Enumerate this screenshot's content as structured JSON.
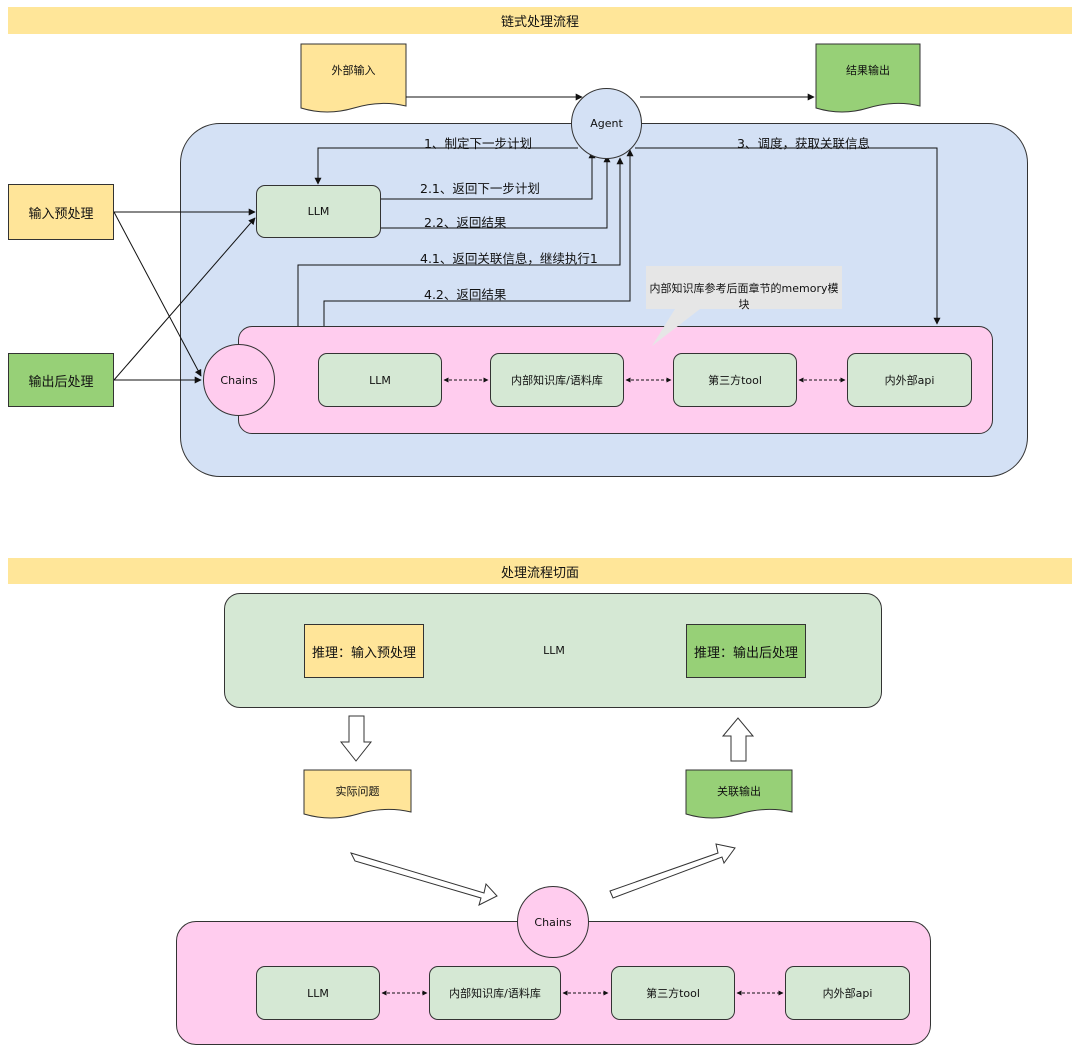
{
  "top": {
    "title": "链式处理流程",
    "external_input": "外部输入",
    "result_output": "结果输出",
    "agent": "Agent",
    "llm": "LLM",
    "pre_process": "输入预处理",
    "post_process": "输出后处理",
    "chains": "Chains",
    "edge_labels": {
      "plan": "1、制定下一步计划",
      "return_plan": "2.1、返回下一步计划",
      "return_result": "2.2、返回结果",
      "schedule": "3、调度，获取关联信息",
      "return_related": "4.1、返回关联信息，继续执行1",
      "return_result_2": "4.2、返回结果"
    },
    "note": "内部知识库参考后面章节的memory模块",
    "chain_items": [
      "LLM",
      "内部知识库/语料库",
      "第三方tool",
      "内外部api"
    ]
  },
  "bottom": {
    "title": "处理流程切面",
    "llm": "LLM",
    "infer_pre": "推理：输入预处理",
    "infer_post": "推理：输出后处理",
    "actual_question": "实际问题",
    "related_output": "关联输出",
    "chains": "Chains",
    "chain_items": [
      "LLM",
      "内部知识库/语料库",
      "第三方tool",
      "内外部api"
    ]
  },
  "colors": {
    "band": "#ffe699",
    "blue_container": "#d4e1f5",
    "pink_container": "#ffccee",
    "light_green": "#d5e8d4",
    "dark_green": "#97d077",
    "yellow": "#ffe599",
    "note_bg": "#e6e6e6"
  }
}
